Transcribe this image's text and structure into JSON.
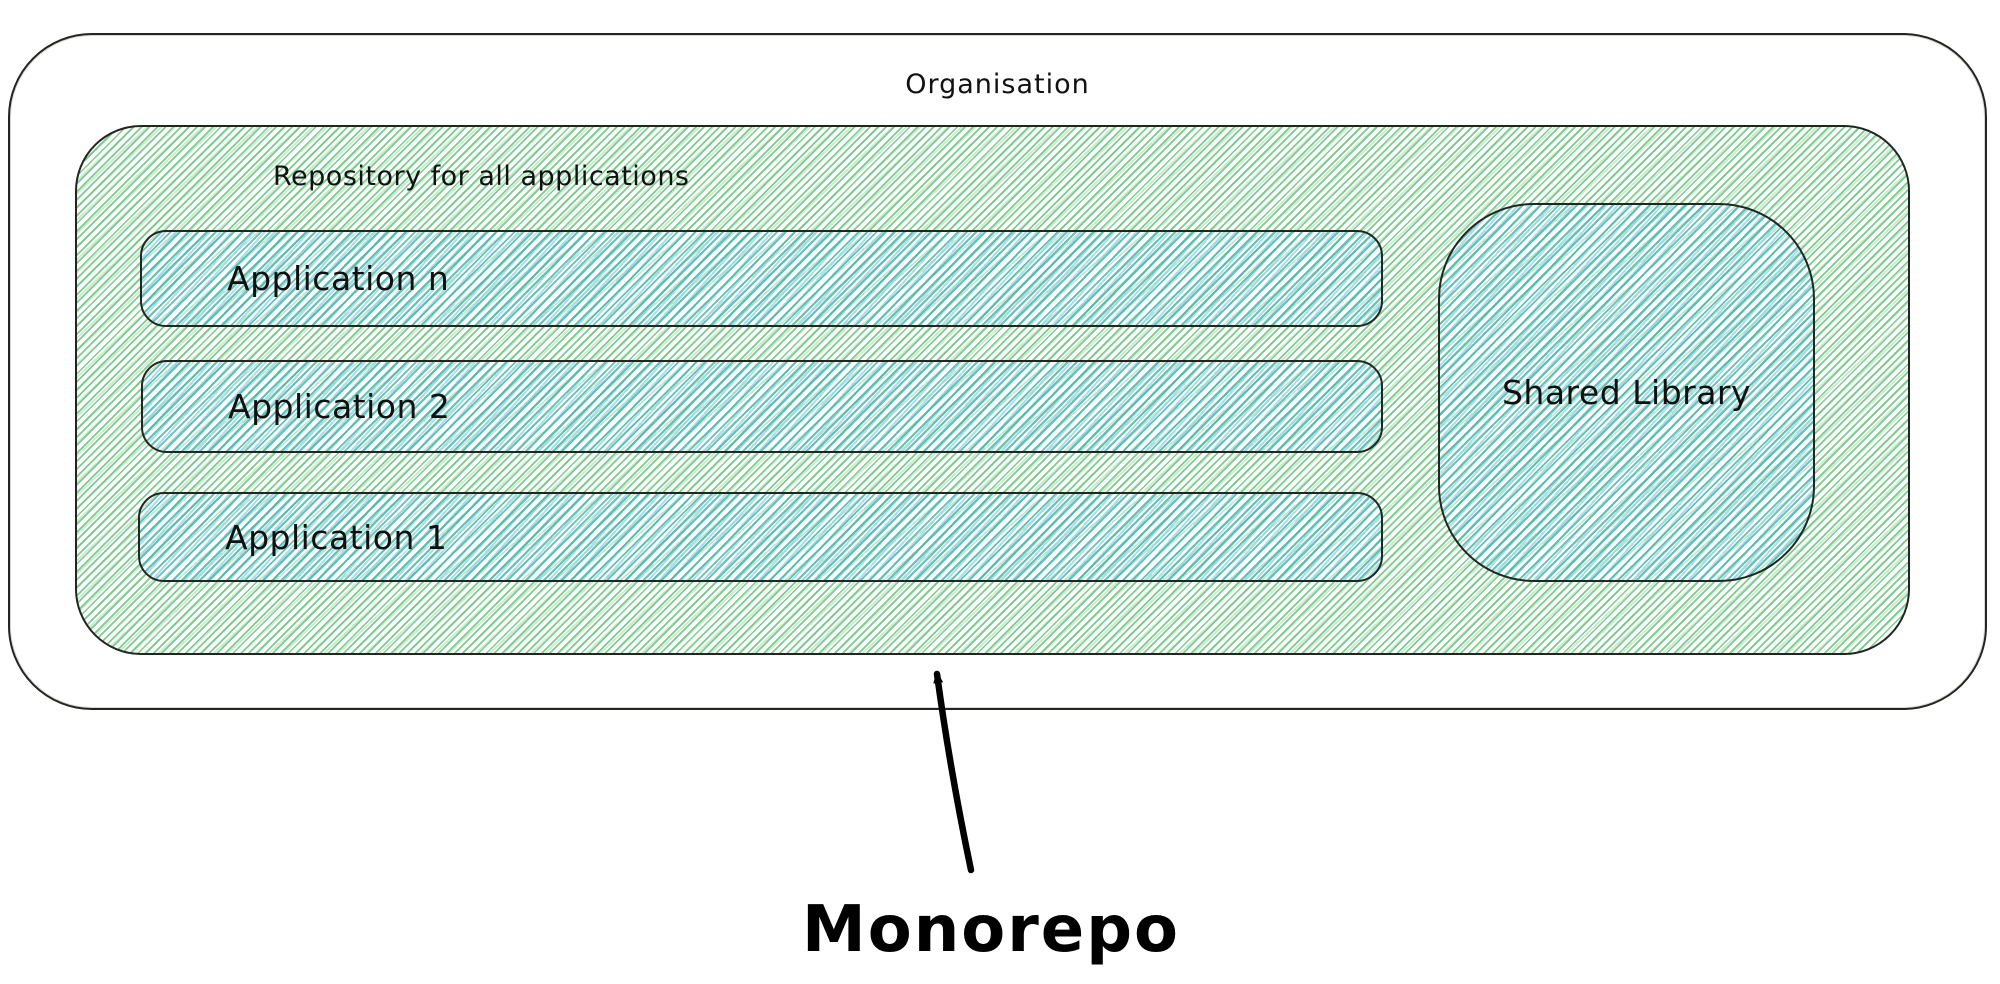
{
  "diagram": {
    "organisation": {
      "label": "Organisation"
    },
    "repository": {
      "label": "Repository for all applications"
    },
    "applications": [
      {
        "label": "Application n"
      },
      {
        "label": "Application 2"
      },
      {
        "label": "Application 1"
      }
    ],
    "shared_library": {
      "label": "Shared Library"
    },
    "annotation": {
      "label": "Monorepo"
    }
  },
  "colors": {
    "background": "#ffffff",
    "stroke": "#23251f",
    "text": "#101010",
    "green_hatch": "#60bc78",
    "green_hatch_light": "#92d6a0",
    "teal_hatch": "#40b29e",
    "blue_hatch": "#8ccfec",
    "arrow": "#000000"
  }
}
